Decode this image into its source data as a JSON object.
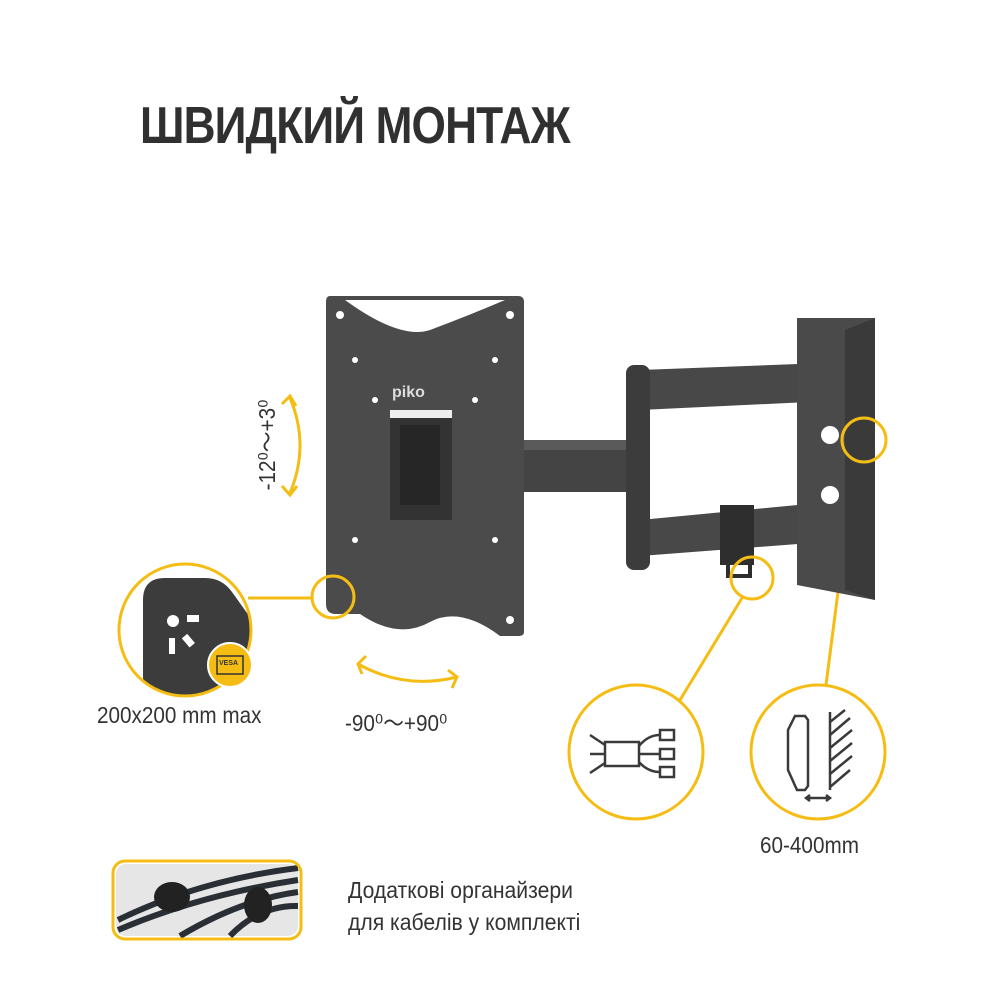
{
  "title": "ШВИДКИЙ МОНТАЖ",
  "brand_logo": "piko",
  "vesa_badge": "VESA",
  "vesa_label": "200x200 mm max",
  "tilt_label": "-12⁰〜+3⁰",
  "swivel_label": "-90⁰〜+90⁰",
  "wall_distance_label": "60-400mm",
  "organizer": {
    "line1": "Додаткові органайзери",
    "line2": "для кабелів у комплекті"
  },
  "colors": {
    "accent": "#f5bd14",
    "metal": "#4a4a4a",
    "text": "#333333"
  }
}
